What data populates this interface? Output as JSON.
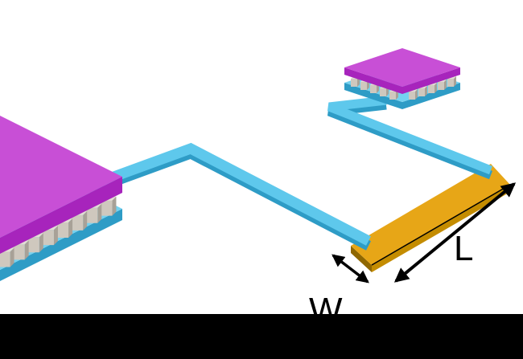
{
  "figure": {
    "description": "isometric-schematic-of-two-bump-bonded-chips-connected-by-beams-to-a-gold-plate",
    "labels": {
      "length": "L",
      "width": "W"
    }
  },
  "colors": {
    "background": "#FFFFFF",
    "magenta-top": "#C84FD6",
    "magenta-side": "#A724BC",
    "cyan-top": "#74D2F0",
    "cyan-side": "#2E9CC6",
    "beam-top": "#5EC8EC",
    "beam-side": "#2E9CC6",
    "bump-front": "#CFC8BE",
    "bump-top": "#E3DDD4",
    "bump-side": "#A8A197",
    "gold-top": "#E7A617",
    "gold-side": "#C48C00",
    "gold-edge": "#8F6700",
    "arrow": "#000000",
    "bar": "#000000"
  }
}
